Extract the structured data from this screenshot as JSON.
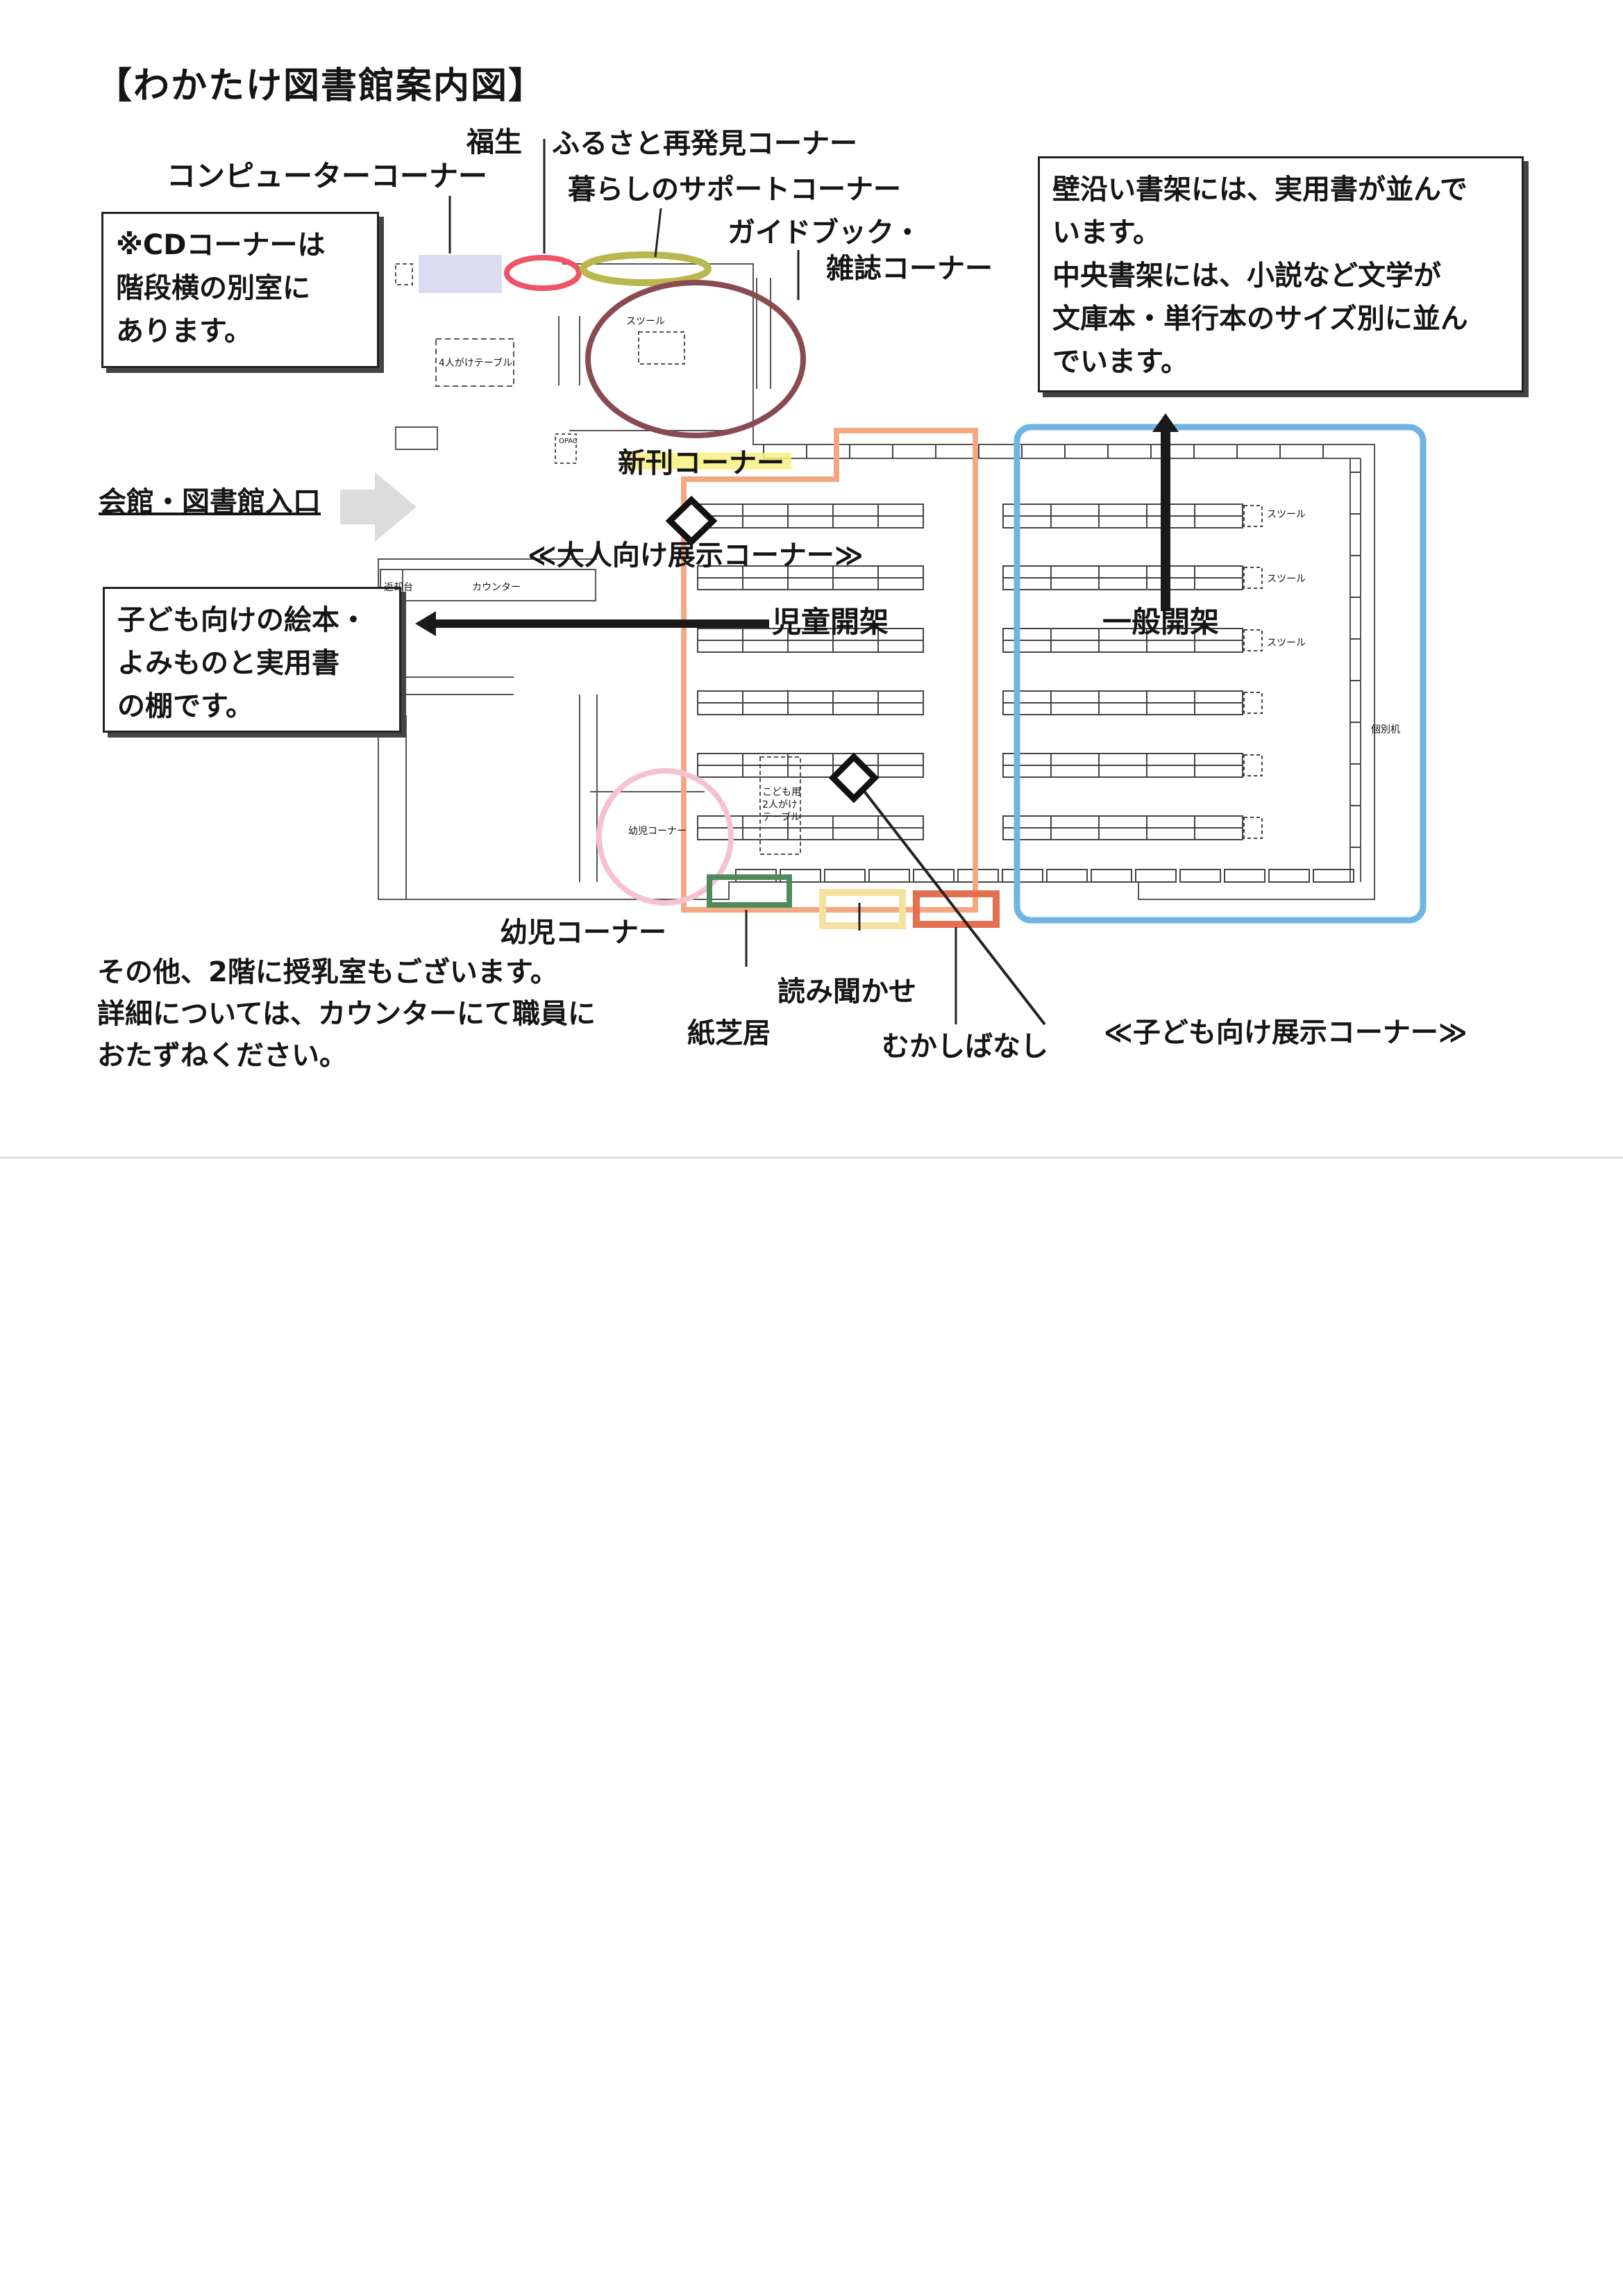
{
  "title": "【わかたけ図書館案内図】",
  "labels": {
    "computer_corner": "コンピューターコーナー",
    "welfare": "福生",
    "hometown_corner": "ふるさと再発見コーナー",
    "life_support_corner": "暮らしのサポートコーナー",
    "guidebook_magazine_line1": "ガイドブック・",
    "guidebook_magazine_line2": "雑誌コーナー",
    "new_books_corner": "新刊コーナー",
    "entrance": "会館・図書館入口",
    "adult_display_corner": "≪大人向け展示コーナー≫",
    "children_stacks": "児童開架",
    "general_stacks": "一般開架",
    "infant_corner": "幼児コーナー",
    "kamishibai": "紙芝居",
    "storytelling": "読み聞かせ",
    "folk_tales": "むかしばなし",
    "children_display_corner": "≪子ども向け展示コーナー≫"
  },
  "cd_note": [
    "※CDコーナーは",
    "階段横の別室に",
    "あります。"
  ],
  "shelf_note": [
    "壁沿い書架には、実用書が並んで",
    "います。",
    "中央書架には、小説など文学が",
    "文庫本・単行本のサイズ別に並ん",
    "でいます。"
  ],
  "children_note": [
    "子ども向けの絵本・",
    "よみものと実用書",
    "の棚です。"
  ],
  "footer_note": [
    "その他、2階に授乳室もございます。",
    "詳細については、カウンターにて職員に",
    "おたずねください。"
  ],
  "floorplan_small": {
    "stool": "スツール",
    "table4": "4人がけテーブル",
    "counter": "カウンター",
    "return_desk": "返却台",
    "opac": "OPAC",
    "infant_corner_small": "幼児コーナー",
    "kids_table_1": "こども用",
    "kids_table_2": "2人がけ",
    "kids_table_3": "テーブル",
    "study_desk": "個別机"
  },
  "colors": {
    "computer": "#dcdcf0",
    "welfare": "#ee5566",
    "life_support": "#b8b84e",
    "guidebook": "#8a4a52",
    "new_books": "#f8f080",
    "children_stacks": "#f4a882",
    "general_stacks": "#70b4e4",
    "infant": "#f6c2d0",
    "kamishibai": "#4f8a5c",
    "storytelling": "#f6e2a0",
    "folk_tales": "#e57050"
  }
}
